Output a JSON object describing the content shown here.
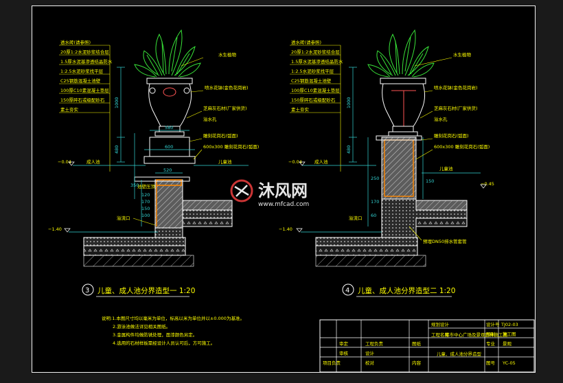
{
  "colors": {
    "background": "#000000",
    "frame": "#ffffff",
    "line": "#ffffff",
    "dimension": "#33d6d6",
    "label": "#ffff00",
    "vegetation": "#39e639",
    "fill": "#9a9a9a",
    "waterproof": "#ff8800",
    "watermark": "#e23b3b"
  },
  "layer_labels": [
    "透水砖(请参照)",
    "20厚1:2水泥砂浆结合层",
    "1.5厚水泥基渗透结晶防水",
    "1:2.5水泥砂浆找平层",
    "C25钢筋混凝土池壁",
    "100厚C10素混凝土垫层",
    "150厚碎石或级配砂石",
    "素土夯实"
  ],
  "callouts": {
    "plant": "水生植物",
    "planter": "喷水花钵(金色花岗岩)",
    "stone_cap": "芝麻灰石材(厂家供货)",
    "overflow": "溢水孔",
    "lower_stone": "雕刻花岗石(弧面)",
    "base_stone": "600x300 雕刻花岗石(弧面)",
    "wall_cap": "池壁压顶",
    "child_pool": "成人池",
    "right_pool": "儿童池",
    "drain": "溢流口",
    "pipe": "预埋DN50排水管套管"
  },
  "dims": {
    "d1000": "1000",
    "d480": "480",
    "d580": "580",
    "d600": "600",
    "d520": "520",
    "d350": "350",
    "d250": "250",
    "d120": "120",
    "d170": "170",
    "d150": "150",
    "d100": "100",
    "d60": "60"
  },
  "elevations": {
    "top": "−0.04",
    "mid": "−0.45",
    "bottom": "−1.40"
  },
  "watermark": {
    "brand": "沐风网",
    "url": "www.mfcad.com"
  },
  "view_left": {
    "number": "3",
    "title": "儿童、成人池分界造型一 1:20"
  },
  "view_right": {
    "number": "4",
    "title": "儿童、成人池分界造型二 1:20"
  },
  "notes": [
    "说明:1.本图尺寸均以毫米为单位，标高以米为单位并以±0.000为基准。",
    "2.游泳池做法详见相关图纸。",
    "3.金属构件均做防锈处理，面漆颜色另定。",
    "4.选用的石材样板需经设计人员认可后，方可施工。"
  ],
  "title_block": {
    "company": "规划设计",
    "project_label": "工程名称",
    "project_name": "某市中心广场及景观园林施工图",
    "design_num_label": "设计号",
    "design_num": "TJ02-03",
    "stage_label": "图别",
    "stage": "施工图",
    "profession_label": "专业",
    "profession": "景观",
    "drawing_num_label": "图号",
    "drawing_num": "YC-05",
    "drawing_name": "儿童、成人池分界造型",
    "r1": "审定",
    "r2": "审核",
    "r3": "项目负责",
    "r4": "设计",
    "r5": "校对",
    "r6": "工程负责",
    "r7": "图纸",
    "r8": "内容"
  }
}
